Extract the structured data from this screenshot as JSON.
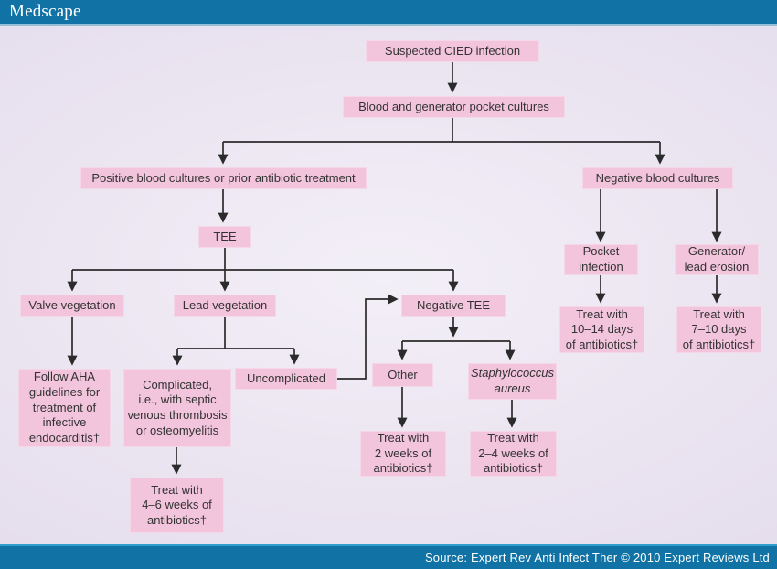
{
  "header": {
    "brand": "Medscape"
  },
  "footer": {
    "source": "Source: Expert Rev Anti Infect Ther © 2010 Expert Reviews Ltd"
  },
  "colors": {
    "bar_teal": "#1173a5",
    "box_pink": "#f2c5dd",
    "background_lavender": "#e9e2f0",
    "arrow": "#2b2b2b",
    "text": "#333333"
  },
  "diagram": {
    "title": "Suspected CIED infection management flowchart",
    "nodes": {
      "suspected": {
        "label": "Suspected CIED infection"
      },
      "blood": {
        "label": "Blood and generator pocket cultures"
      },
      "positive": {
        "label": "Positive blood cultures or prior antibiotic treatment"
      },
      "negative": {
        "label": "Negative blood cultures"
      },
      "tee": {
        "label": "TEE"
      },
      "valve": {
        "label": "Valve vegetation"
      },
      "lead": {
        "label": "Lead vegetation"
      },
      "negtee": {
        "label": "Negative TEE"
      },
      "pocket": {
        "label": "Pocket\ninfection"
      },
      "generator": {
        "label": "Generator/\nlead erosion"
      },
      "treat1014": {
        "label": "Treat with\n10–14 days\nof antibiotics†"
      },
      "treat710": {
        "label": "Treat with\n7–10 days\nof antibiotics†"
      },
      "followaha": {
        "label": "Follow AHA\nguidelines for\ntreatment of\ninfective\nendocarditis†"
      },
      "complicated": {
        "label": "Complicated,\ni.e., with septic\nvenous thrombosis\nor osteomyelitis"
      },
      "uncomplicated": {
        "label": "Uncomplicated"
      },
      "other": {
        "label": "Other"
      },
      "staph": {
        "label": "Staphylococcus\naureus"
      },
      "treat2": {
        "label": "Treat with\n2 weeks of\nantibiotics†"
      },
      "treat24": {
        "label": "Treat with\n2–4 weeks of\nantibiotics†"
      },
      "treat46": {
        "label": "Treat with\n4–6 weeks of\nantibiotics†"
      }
    },
    "edges": [
      {
        "from": "suspected",
        "to": "blood"
      },
      {
        "from": "blood",
        "to": "positive"
      },
      {
        "from": "blood",
        "to": "negative"
      },
      {
        "from": "positive",
        "to": "tee"
      },
      {
        "from": "tee",
        "to": "valve"
      },
      {
        "from": "tee",
        "to": "lead"
      },
      {
        "from": "tee",
        "to": "negtee"
      },
      {
        "from": "valve",
        "to": "followaha"
      },
      {
        "from": "lead",
        "to": "complicated"
      },
      {
        "from": "lead",
        "to": "uncomplicated"
      },
      {
        "from": "uncomplicated",
        "to": "negtee"
      },
      {
        "from": "negtee",
        "to": "other"
      },
      {
        "from": "negtee",
        "to": "staph"
      },
      {
        "from": "other",
        "to": "treat2"
      },
      {
        "from": "staph",
        "to": "treat24"
      },
      {
        "from": "complicated",
        "to": "treat46"
      },
      {
        "from": "negative",
        "to": "pocket"
      },
      {
        "from": "negative",
        "to": "generator"
      },
      {
        "from": "pocket",
        "to": "treat1014"
      },
      {
        "from": "generator",
        "to": "treat710"
      }
    ]
  }
}
